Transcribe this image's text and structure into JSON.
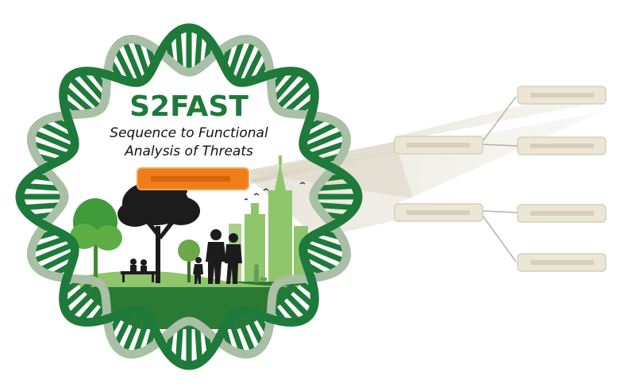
{
  "logo": {
    "title": "S2FAST",
    "subtitle_line1": "Sequence to Functional",
    "subtitle_line2": "Analysis of Threats"
  },
  "colors": {
    "dna_dark": "#1e7a3a",
    "dna_light": "#a9bfa6",
    "park_light": "#8fc66b",
    "park_dark": "#2a7a33",
    "silhouette": "#1c1c1c",
    "orange_box": "#ef7d1a",
    "beige_box": "#ece6d5",
    "beige_bar": "#d6cfbc",
    "connector": "#b7b1a2",
    "beam": "#e3decf"
  },
  "diagram": {
    "root_node": {
      "name": "orange-selected-node"
    },
    "level1_nodes": [
      {
        "name": "node-1",
        "children": [
          "node-1a",
          "node-1b"
        ]
      },
      {
        "name": "node-2",
        "children": [
          "node-2a",
          "node-2b"
        ]
      }
    ]
  }
}
